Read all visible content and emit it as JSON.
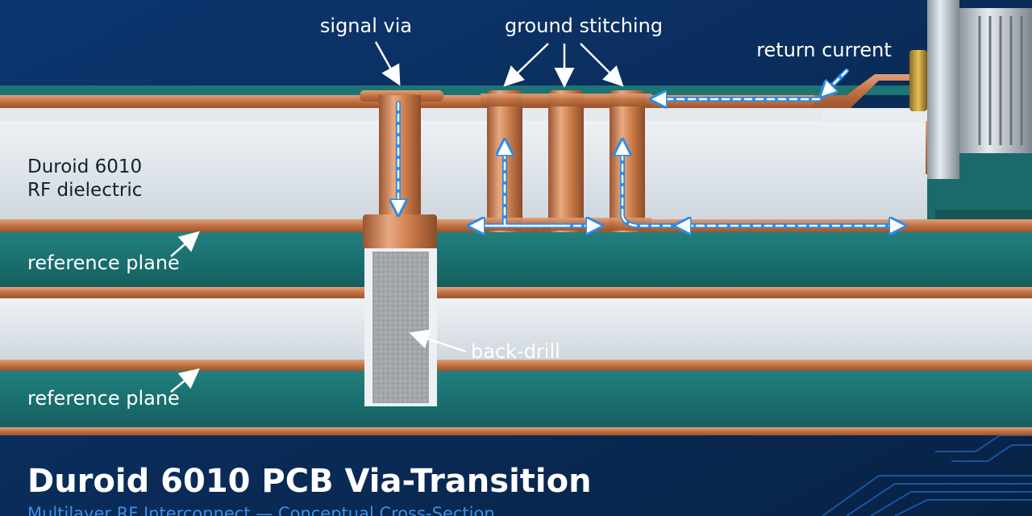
{
  "labels": {
    "signal_via": "signal via",
    "ground_stitching": "ground stitching",
    "return_current": "return current",
    "dielectric_line1": "Duroid 6010",
    "dielectric_line2": "RF dielectric",
    "reference_plane_upper": "reference plane",
    "reference_plane_lower": "reference plane",
    "back_drill": "back-drill"
  },
  "title": "Duroid 6010 PCB Via-Transition",
  "subtitle": "Multilayer RF Interconnect — Conceptual Cross-Section",
  "colors": {
    "background": "#0b2d5c",
    "copper": "#c7794a",
    "dielectric": "#dde4ea",
    "teal_substrate": "#1d7474",
    "current_arrow": "#2c8ce8",
    "back_drill_fill": "#a3a7ab"
  },
  "icons": [
    "coaxial-connector-icon"
  ]
}
